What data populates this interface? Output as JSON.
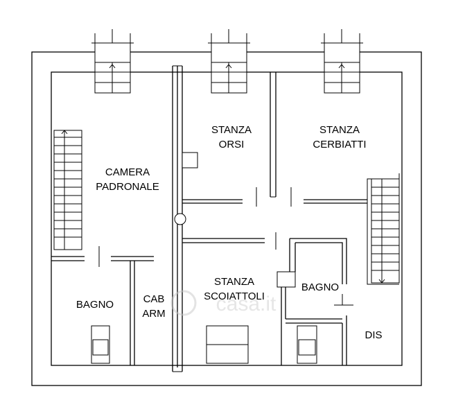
{
  "rooms": {
    "camera_padronale": [
      "CAMERA",
      "PADRONALE"
    ],
    "stanza_orsi": [
      "STANZA",
      "ORSI"
    ],
    "stanza_cerbiatti": [
      "STANZA",
      "CERBIATTI"
    ],
    "stanza_scoiattoli": [
      "STANZA",
      "SCOIATTOLI"
    ],
    "bagno_left": "BAGNO",
    "bagno_right": "BAGNO",
    "cab_arm": [
      "CAB",
      "ARM"
    ],
    "dis": "DIS"
  },
  "watermark": "casa.it"
}
